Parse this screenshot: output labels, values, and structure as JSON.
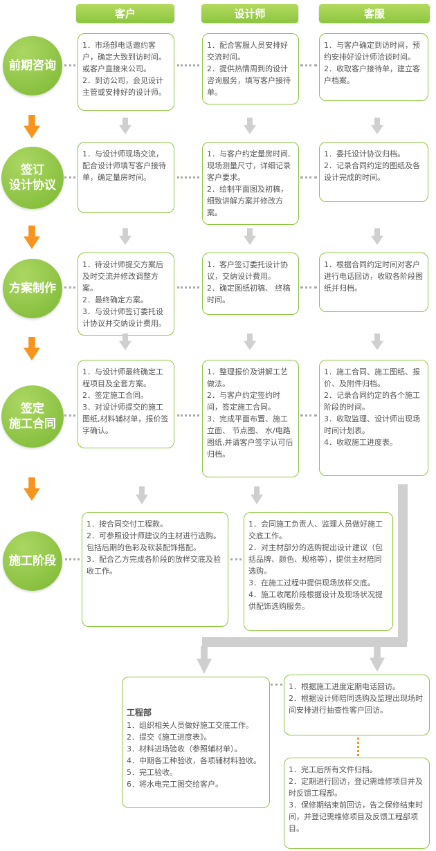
{
  "columns": [
    {
      "label": "客户"
    },
    {
      "label": "设计师"
    },
    {
      "label": "客服"
    }
  ],
  "stages": [
    {
      "label": "前期咨询"
    },
    {
      "label": "签订\n设计协议"
    },
    {
      "label": "方案制作"
    },
    {
      "label": "签定\n施工合同"
    },
    {
      "label": "施工阶段"
    }
  ],
  "rows": [
    {
      "customer": "1．市场部电话邀约客户，确定大致到访时间。或客户直接来公司。\n2．到访公司，会见设计主管或安排好的设计师。",
      "designer": "1．配合客服人员安排好交流时间。\n2．提供热情周到的设计咨询服务，填写客户接待单。",
      "service": "1．与客户确定到访时间，预约安排好设计师洽谈时间。\n2．收取客户接待单，建立客户档案。"
    },
    {
      "customer": "1．与设计师现场交流，配合设计师填写客户接待单，确定量房时间。",
      "designer": "1．与客户约定量房时间,现场测量尺寸，详细记录客户要求。\n2．绘制平面图及初稿，细致讲解方案并修改方案。",
      "service": "1．委托设计协议归档。\n2．记录合同约定的图纸及各设计完成的时间。"
    },
    {
      "customer": "1．待设计师提交方案后及时交流并修改调整方案。\n2．最终确定方案。\n3．与设计师签订委托设计协议并交纳设计费用。",
      "designer": "1．客户签订委托设计协议，交纳设计费用。\n2．确定图纸初稿、 终稿时间。",
      "service": "1．根据合同约定时间对客户进行电话回访，收取各阶段图纸并归档。"
    },
    {
      "customer": "1．与设计师最终确定工程项目及全套方案。\n2．签定施工合同。\n3．对设计师提交的施工图纸,材料辅材单，报价签字确认。",
      "designer": "1．整理报价及讲解工艺做法。\n2．与客户约定签约时间，签定施工合同。\n3．完成平面布置、施工立面、 节点图、 水/电路图纸,并请客户签字认可后归档。",
      "service": "1．施工合同、施工图纸、报价、及附件归档。\n2．记录合同约定的各个施工阶段的时间。\n3．收取监理、设计师出现场时间计划表。\n4．收取施工进度表。"
    }
  ],
  "construction": {
    "customer": "1．按合同交付工程款。\n2．可参照设计师建议的主材进行选购。包括后期的色彩及软装配饰搭配。\n3．配合乙方完成各阶段的放样交底及验收工作。",
    "designer_service": "1．会同施工负责人、监理人员做好施工交底工作。\n2．对主材部分的选购提出设计建议（包括品牌、颜色、规格等），提供主材陪同选购。\n3．在施工过程中提供现场放样交底。\n4．施工收尾阶段根据设计及现场状况提供配饰选购服务。"
  },
  "bottom": {
    "engineering": {
      "title": "工程部",
      "body": "1．组织相关人员做好施工交底工作。\n2．提交《施工进度表》。\n3．材料进场验收（参照辅材单）。\n4．中期各工种验收，各项辅材料验收。\n5．完工验收。\n6．将水电完工图交给客户。"
    },
    "followup": "1．根据施工进度定期电话回访。\n2．根据设计师陪同选购及监理出现场时间安排进行抽查性客户回访。",
    "archive": "1．完工后所有文件归档。\n2．定期进行回访，登记需维修项目并及时反馈工程部。\n3．保修期结束前回访，告之保修结束时间，并登记需维修项目及反馈工程部项目。"
  },
  "colors": {
    "green": "#8cc63f",
    "orange": "#f7941d",
    "arrow_gray": "#cfcfcf",
    "text": "#555555"
  }
}
